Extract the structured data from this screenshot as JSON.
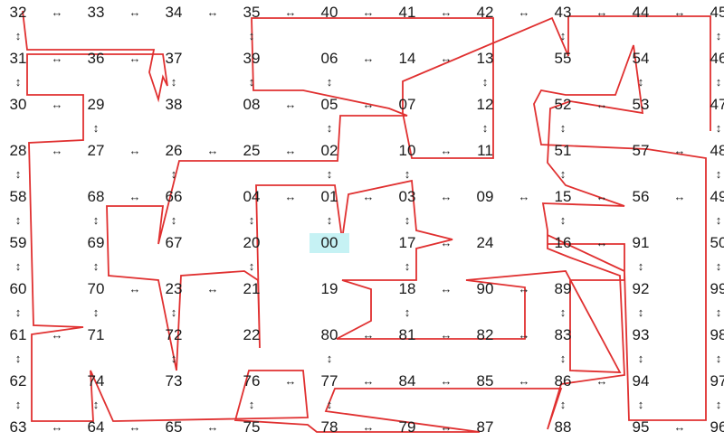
{
  "maze": {
    "cols": 10,
    "rows": 10,
    "grid": [
      [
        "32",
        "33",
        "34",
        "35",
        "40",
        "41",
        "42",
        "43",
        "44",
        "45"
      ],
      [
        "31",
        "36",
        "37",
        "39",
        "06",
        "14",
        "13",
        "55",
        "54",
        "46"
      ],
      [
        "30",
        "29",
        "38",
        "08",
        "05",
        "07",
        "12",
        "52",
        "53",
        "47"
      ],
      [
        "28",
        "27",
        "26",
        "25",
        "02",
        "10",
        "11",
        "51",
        "57",
        "48"
      ],
      [
        "58",
        "68",
        "66",
        "04",
        "01",
        "03",
        "09",
        "15",
        "56",
        "49"
      ],
      [
        "59",
        "69",
        "67",
        "20",
        "00",
        "17",
        "24",
        "16",
        "91",
        "50"
      ],
      [
        "60",
        "70",
        "23",
        "21",
        "19",
        "18",
        "90",
        "89",
        "92",
        "99"
      ],
      [
        "61",
        "71",
        "72",
        "22",
        "80",
        "81",
        "82",
        "83",
        "93",
        "98"
      ],
      [
        "62",
        "74",
        "73",
        "76",
        "77",
        "84",
        "85",
        "86",
        "94",
        "97"
      ],
      [
        "63",
        "64",
        "65",
        "75",
        "78",
        "79",
        "87",
        "88",
        "95",
        "96"
      ]
    ],
    "start_cell": "00",
    "horizontal_arrow": "↔",
    "vertical_arrow": "↕",
    "horizontal_links": [
      "32-33",
      "33-34",
      "34-35",
      "35-40",
      "40-41",
      "41-42",
      "42-43",
      "43-44",
      "44-45",
      "31-36",
      "36-37",
      "06-14",
      "14-13",
      "30-29",
      "08-05",
      "05-07",
      "52-53",
      "28-27",
      "27-26",
      "26-25",
      "25-02",
      "10-11",
      "57-48",
      "68-66",
      "04-01",
      "01-03",
      "03-09",
      "09-15",
      "15-56",
      "56-49",
      "17-24",
      "16-91",
      "70-23",
      "23-21",
      "18-90",
      "90-89",
      "61-71",
      "80-81",
      "81-82",
      "82-83",
      "76-77",
      "77-84",
      "84-85",
      "85-86",
      "86-94",
      "63-64",
      "64-65",
      "65-75",
      "78-79",
      "79-87",
      "95-96"
    ],
    "vertical_links": [
      "32-31",
      "35-39",
      "43-55",
      "45-46",
      "31-30",
      "37-38",
      "39-08",
      "06-05",
      "13-12",
      "54-53",
      "46-47",
      "29-27",
      "05-02",
      "12-11",
      "52-51",
      "47-48",
      "28-58",
      "26-66",
      "02-01",
      "10-03",
      "51-15",
      "48-49",
      "58-59",
      "68-69",
      "66-67",
      "04-20",
      "01-00",
      "03-17",
      "15-16",
      "49-50",
      "59-60",
      "69-70",
      "20-21",
      "17-18",
      "91-92",
      "50-99",
      "60-61",
      "70-71",
      "23-72",
      "18-81",
      "89-83",
      "92-93",
      "99-98",
      "61-62",
      "72-73",
      "80-77",
      "83-86",
      "93-94",
      "98-97",
      "62-63",
      "74-64",
      "76-75",
      "77-78",
      "86-88",
      "94-95",
      "97-96"
    ],
    "path_color": "#e03030"
  }
}
